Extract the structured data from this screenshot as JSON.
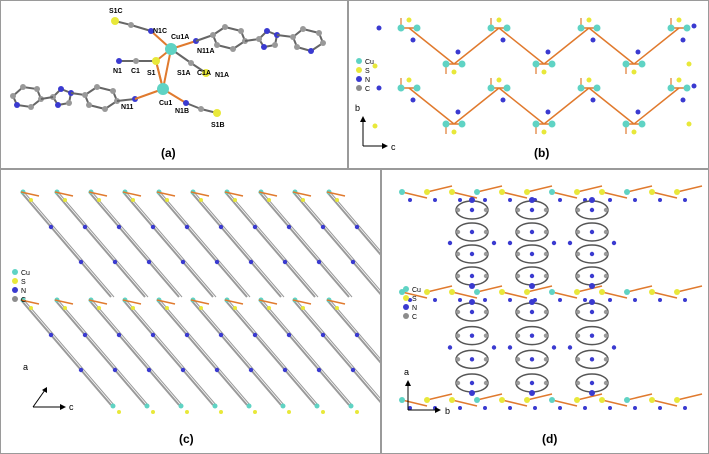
{
  "panels": {
    "a": {
      "caption": "(a)",
      "atom_labels": [
        "S1C",
        "N1C",
        "Cu1A",
        "N11A",
        "N1",
        "C1",
        "S1",
        "S1A",
        "C1A",
        "N1A",
        "N11",
        "Cu1",
        "N1B",
        "S1B"
      ]
    },
    "b": {
      "caption": "(b)",
      "legend": [
        "Cu",
        "S",
        "N",
        "C"
      ],
      "axes": [
        "b",
        "c"
      ]
    },
    "c": {
      "caption": "(c)",
      "legend": [
        "Cu",
        "S",
        "N",
        "C"
      ],
      "axes": [
        "a",
        "c"
      ]
    },
    "d": {
      "caption": "(d)",
      "legend": [
        "Cu",
        "S",
        "N",
        "C"
      ],
      "axes": [
        "a",
        "b"
      ]
    }
  },
  "colors": {
    "cu": "#5fd3c4",
    "s": "#e8e83a",
    "n": "#3a3ad0",
    "c": "#8c8c8c",
    "bond": "#e07a2e",
    "frame": "#9a9a9a"
  }
}
